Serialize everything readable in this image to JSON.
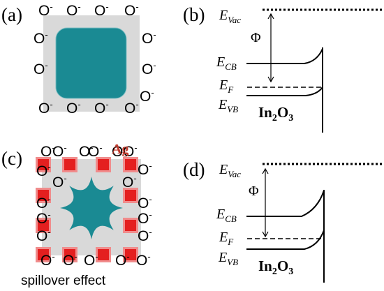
{
  "panels": {
    "a": {
      "label": "(a)",
      "ion_base": "O",
      "ion_sup": "-"
    },
    "b": {
      "label": "(b)",
      "levels": {
        "vac_main": "E",
        "vac_sub": "Vac",
        "cb_main": "E",
        "cb_sub": "CB",
        "f_main": "E",
        "f_sub": "F",
        "vb_main": "E",
        "vb_sub": "VB"
      },
      "phi": "Φ",
      "material_main": "In",
      "material_sub1": "2",
      "material_mid": "O",
      "material_sub2": "3"
    },
    "c": {
      "label": "(c)",
      "ion_base": "O",
      "ion_sup": "-",
      "metal": "Ag",
      "caption": "spillover effect"
    },
    "d": {
      "label": "(d)",
      "levels": {
        "vac_main": "E",
        "vac_sub": "Vac",
        "cb_main": "E",
        "cb_sub": "CB",
        "f_main": "E",
        "f_sub": "F",
        "vb_main": "E",
        "vb_sub": "VB"
      },
      "phi": "Φ",
      "material_main": "In",
      "material_sub1": "2",
      "material_mid": "O",
      "material_sub2": "3"
    }
  },
  "colors": {
    "grain_fill": "#1a8a93",
    "shell_fill": "#d9d9d9",
    "ag_particle": "#e41f1f",
    "ag_halo": "#f08c8c",
    "ag_label": "#c0392b"
  }
}
